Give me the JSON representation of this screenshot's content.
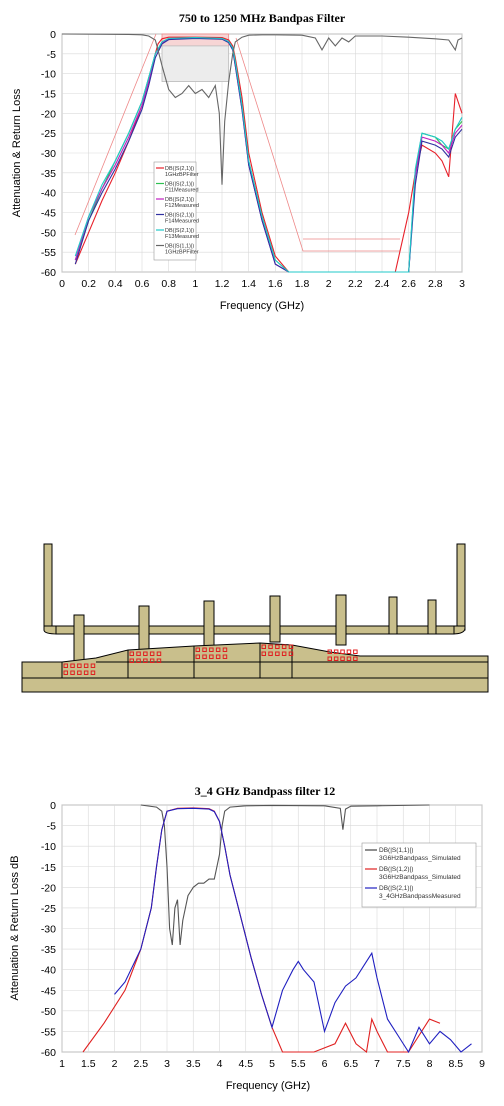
{
  "chart_data": [
    {
      "type": "line",
      "title": "750 to 1250 MHz Bandpas Filter",
      "xlabel": "Frequency (GHz)",
      "ylabel": "Attenuation & Return Loss",
      "xlim": [
        0,
        3
      ],
      "ylim": [
        -60,
        0
      ],
      "xticks": [
        "0",
        "0.2",
        "0.4",
        "0.6",
        "0.8",
        "1",
        "1.2",
        "1.4",
        "1.6",
        "1.8",
        "2",
        "2.2",
        "2.4",
        "2.6",
        "2.8",
        "3"
      ],
      "yticks": [
        "0",
        "-5",
        "-10",
        "-15",
        "-20",
        "-25",
        "-30",
        "-35",
        "-40",
        "-45",
        "-50",
        "-55",
        "-60"
      ],
      "grid": true,
      "legend_position": "center-left",
      "legend": [
        {
          "name": "DB(|S(2,1)|)",
          "sub": "1GHzBPFilter",
          "color": "#e8202a"
        },
        {
          "name": "DB(|S(2,1)|)",
          "sub": "F11Measured",
          "color": "#2ec050"
        },
        {
          "name": "DB(|S(2,1)|)",
          "sub": "F12Measured",
          "color": "#c020c0"
        },
        {
          "name": "DB(|S(2,1)|)",
          "sub": "F14Measured",
          "color": "#3030a0"
        },
        {
          "name": "DB(|S(2,1)|)",
          "sub": "F13Measured",
          "color": "#20c8c8"
        },
        {
          "name": "DB(|S(1,1)|)",
          "sub": "1GHzBPFilter",
          "color": "#666666"
        }
      ],
      "series": [
        {
          "name": "DB(|S(2,1)|) 1GHzBPFilter",
          "color": "#e8202a",
          "x": [
            0.1,
            0.2,
            0.3,
            0.4,
            0.5,
            0.6,
            0.65,
            0.7,
            0.72,
            0.75,
            0.8,
            1.0,
            1.2,
            1.25,
            1.28,
            1.3,
            1.35,
            1.4,
            1.5,
            1.6,
            1.7,
            1.75,
            1.8,
            1.9,
            2.0,
            2.2,
            2.4,
            2.5,
            2.6,
            2.65,
            2.7,
            2.8,
            2.85,
            2.9,
            2.95,
            3.0
          ],
          "y": [
            -58,
            -50,
            -42,
            -35,
            -27,
            -18,
            -12,
            -5,
            -2.5,
            -1.2,
            -0.8,
            -0.8,
            -0.9,
            -1.5,
            -3,
            -6,
            -16,
            -30,
            -45,
            -56,
            -60,
            -60,
            -60,
            -60,
            -60,
            -60,
            -60,
            -60,
            -45,
            -35,
            -28,
            -30,
            -32,
            -36,
            -15,
            -20
          ]
        },
        {
          "name": "DB(|S(2,1)|) F11Measured",
          "color": "#2ec050",
          "x": [
            0.1,
            0.2,
            0.3,
            0.4,
            0.5,
            0.6,
            0.65,
            0.7,
            0.75,
            0.8,
            1.0,
            1.2,
            1.25,
            1.28,
            1.3,
            1.35,
            1.4,
            1.5,
            1.6,
            1.7,
            1.8,
            2.6,
            2.65,
            2.7,
            2.8,
            2.85,
            2.9,
            2.95,
            3.0
          ],
          "y": [
            -57,
            -47,
            -39,
            -32,
            -25,
            -17,
            -11,
            -5,
            -2,
            -1.2,
            -1.0,
            -1.2,
            -2,
            -3.5,
            -7,
            -18,
            -32,
            -46,
            -57,
            -60,
            -60,
            -60,
            -35,
            -25,
            -26,
            -28,
            -29,
            -24,
            -22
          ]
        },
        {
          "name": "DB(|S(2,1)|) F12Measured",
          "color": "#c020c0",
          "x": [
            0.1,
            0.2,
            0.3,
            0.4,
            0.5,
            0.6,
            0.65,
            0.7,
            0.75,
            0.8,
            1.0,
            1.2,
            1.25,
            1.28,
            1.3,
            1.35,
            1.4,
            1.5,
            1.6,
            1.7,
            1.8,
            2.6,
            2.65,
            2.7,
            2.8,
            2.85,
            2.9,
            2.95,
            3.0
          ],
          "y": [
            -57,
            -46,
            -39,
            -33,
            -26,
            -18,
            -12,
            -5,
            -2.2,
            -1.3,
            -1.0,
            -1.2,
            -2,
            -4,
            -8,
            -19,
            -33,
            -47,
            -58,
            -60,
            -60,
            -60,
            -36,
            -26,
            -27,
            -28,
            -30,
            -25,
            -23
          ]
        },
        {
          "name": "DB(|S(2,1)|) F14Measured",
          "color": "#3030a0",
          "x": [
            0.1,
            0.2,
            0.3,
            0.4,
            0.5,
            0.6,
            0.65,
            0.7,
            0.75,
            0.8,
            1.0,
            1.2,
            1.25,
            1.28,
            1.3,
            1.35,
            1.4,
            1.5,
            1.6,
            1.7,
            1.8,
            2.6,
            2.65,
            2.7,
            2.8,
            2.85,
            2.9,
            2.95,
            3.0
          ],
          "y": [
            -58,
            -47,
            -40,
            -34,
            -27,
            -19,
            -13,
            -6,
            -2.5,
            -1.4,
            -1.1,
            -1.3,
            -2.2,
            -4,
            -8,
            -19,
            -33,
            -47,
            -58,
            -60,
            -60,
            -60,
            -38,
            -27,
            -28,
            -29,
            -31,
            -26,
            -24
          ]
        },
        {
          "name": "DB(|S(2,1)|) F13Measured",
          "color": "#20c8c8",
          "x": [
            0.1,
            0.2,
            0.3,
            0.4,
            0.5,
            0.6,
            0.65,
            0.7,
            0.75,
            0.8,
            1.0,
            1.2,
            1.25,
            1.28,
            1.3,
            1.35,
            1.4,
            1.5,
            1.6,
            1.7,
            1.8,
            2.6,
            2.65,
            2.7,
            2.8,
            2.85,
            2.9,
            2.95,
            3.0
          ],
          "y": [
            -56,
            -46,
            -38,
            -32,
            -25,
            -17,
            -11,
            -5,
            -2,
            -1.1,
            -0.9,
            -1.1,
            -1.9,
            -3.5,
            -7,
            -18,
            -32,
            -46,
            -57,
            -60,
            -60,
            -60,
            -34,
            -25,
            -26,
            -27,
            -29,
            -24,
            -21
          ]
        },
        {
          "name": "DB(|S(1,1)|) 1GHzBPFilter",
          "color": "#666666",
          "x": [
            0,
            0.5,
            0.6,
            0.65,
            0.7,
            0.72,
            0.75,
            0.8,
            0.85,
            0.9,
            0.95,
            1.0,
            1.05,
            1.1,
            1.15,
            1.18,
            1.2,
            1.22,
            1.25,
            1.28,
            1.3,
            1.35,
            1.4,
            1.5,
            1.6,
            1.8,
            1.9,
            1.95,
            2.0,
            2.05,
            2.1,
            2.15,
            2.2,
            2.4,
            2.6,
            2.8,
            2.9,
            2.95,
            2.97,
            3.0
          ],
          "y": [
            0,
            -0.1,
            -0.2,
            -0.5,
            -1.5,
            -4,
            -8,
            -14,
            -16,
            -15,
            -13,
            -15,
            -14,
            -16,
            -13,
            -20,
            -38,
            -22,
            -12,
            -5,
            -2,
            -0.8,
            -0.3,
            -0.2,
            -0.2,
            -0.3,
            -1,
            -4,
            -1,
            -3,
            -1,
            -2,
            -0.5,
            -0.5,
            -0.8,
            -1.2,
            -1.5,
            -4,
            -1.5,
            -1
          ]
        }
      ],
      "mask_band": {
        "x": [
          0.75,
          1.25
        ],
        "y": [
          -3,
          0
        ]
      },
      "mask_lower": {
        "x": [
          0.75,
          1.25
        ],
        "y": [
          -12,
          -3
        ]
      }
    },
    {
      "type": "diagram",
      "description_layout_only": true
    },
    {
      "type": "line",
      "title": "3_4 GHz Bandpass filter 12",
      "xlabel": "Frequency (GHz)",
      "ylabel": "Attenuation & Return Loss dB",
      "xlim": [
        1,
        9
      ],
      "ylim": [
        -60,
        0
      ],
      "xticks": [
        "1",
        "1.5",
        "2",
        "2.5",
        "3",
        "3.5",
        "4",
        "4.5",
        "5",
        "5.5",
        "6",
        "6.5",
        "7",
        "7.5",
        "8",
        "8.5",
        "9"
      ],
      "yticks": [
        "0",
        "-5",
        "-10",
        "-15",
        "-20",
        "-25",
        "-30",
        "-35",
        "-40",
        "-45",
        "-50",
        "-55",
        "-60"
      ],
      "grid": true,
      "legend_position": "top-right",
      "legend": [
        {
          "name": "DB(|S(1,1)|)",
          "sub": "3G6HzBandpass_Simulated",
          "color": "#444444"
        },
        {
          "name": "DB(|S(1,2)|)",
          "sub": "3G6HzBandpass_Simulated",
          "color": "#e02020"
        },
        {
          "name": "DB(|S(2,1)|)",
          "sub": "3_4GHzBandpassMeasured",
          "color": "#2020c0"
        }
      ],
      "series": [
        {
          "name": "DB(|S(1,1)|) 3G6HzBandpass_Simulated",
          "color": "#555555",
          "x": [
            2.5,
            2.8,
            2.9,
            2.95,
            3.0,
            3.05,
            3.1,
            3.15,
            3.2,
            3.25,
            3.3,
            3.4,
            3.5,
            3.6,
            3.7,
            3.8,
            3.9,
            4.0,
            4.05,
            4.1,
            4.2,
            4.5,
            5.0,
            6.0,
            6.3,
            6.35,
            6.4,
            6.5,
            7.0,
            8.0
          ],
          "y": [
            0,
            -0.5,
            -1.5,
            -5,
            -15,
            -30,
            -34,
            -25,
            -23,
            -34,
            -28,
            -22,
            -20,
            -19,
            -19,
            -18,
            -18,
            -12,
            -5,
            -1.5,
            -0.5,
            -0.2,
            -0.1,
            -0.2,
            -0.8,
            -6,
            -1,
            -0.3,
            -0.2,
            0
          ]
        },
        {
          "name": "DB(|S(1,2)|) 3G6HzBandpass_Simulated",
          "color": "#e02020",
          "x": [
            1.4,
            1.8,
            2.2,
            2.5,
            2.7,
            2.8,
            2.9,
            3.0,
            3.2,
            3.5,
            3.8,
            3.9,
            4.0,
            4.1,
            4.2,
            4.4,
            4.6,
            4.8,
            5.0,
            5.2,
            5.4,
            5.8,
            6.2,
            6.4,
            6.6,
            6.8,
            6.9,
            7.0,
            7.2,
            7.6,
            8.0,
            8.2
          ],
          "y": [
            -60,
            -53,
            -45,
            -35,
            -25,
            -15,
            -6,
            -1.5,
            -0.8,
            -0.7,
            -0.9,
            -1.5,
            -4,
            -10,
            -17,
            -27,
            -37,
            -46,
            -54,
            -60,
            -60,
            -60,
            -58,
            -53,
            -58,
            -60,
            -52,
            -55,
            -60,
            -60,
            -52,
            -53
          ]
        },
        {
          "name": "DB(|S(2,1)|) 3_4GHzBandpassMeasured",
          "color": "#2020c0",
          "x": [
            2.0,
            2.2,
            2.5,
            2.7,
            2.8,
            2.9,
            3.0,
            3.2,
            3.5,
            3.8,
            3.9,
            4.0,
            4.1,
            4.2,
            4.4,
            4.6,
            4.8,
            5.0,
            5.2,
            5.4,
            5.5,
            5.6,
            5.8,
            6.0,
            6.2,
            6.4,
            6.6,
            6.8,
            6.9,
            7.0,
            7.2,
            7.4,
            7.6,
            7.8,
            8.0,
            8.2,
            8.4,
            8.6,
            8.8
          ],
          "y": [
            -46,
            -43,
            -35,
            -25,
            -15,
            -6,
            -1.5,
            -0.9,
            -0.8,
            -1.0,
            -1.6,
            -4,
            -10,
            -17,
            -27,
            -37,
            -46,
            -54,
            -45,
            -40,
            -38,
            -40,
            -43,
            -55,
            -48,
            -44,
            -42,
            -38,
            -36,
            -42,
            -52,
            -56,
            -60,
            -54,
            -58,
            -55,
            -57,
            -60,
            -58
          ]
        }
      ]
    }
  ]
}
